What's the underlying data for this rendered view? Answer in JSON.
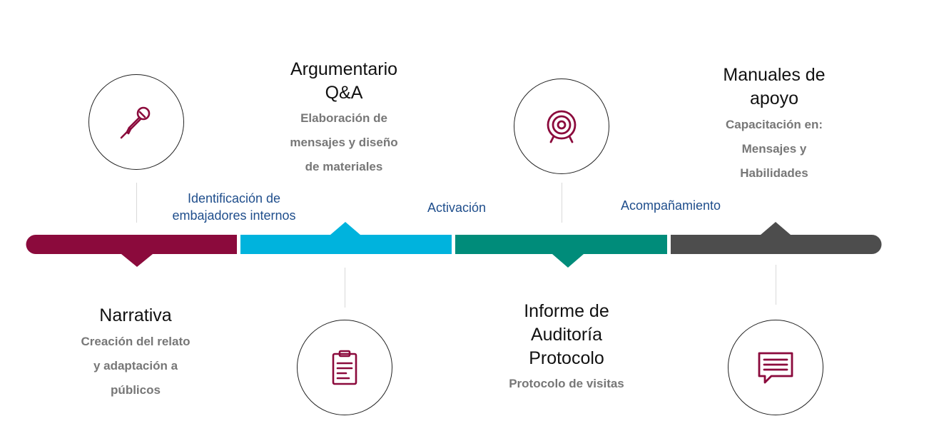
{
  "colors": {
    "seg1": "#8b0a3c",
    "seg2": "#00b3dd",
    "seg3": "#008c7a",
    "seg4": "#4d4d4d",
    "icon": "#8b0a3c",
    "phase_text": "#1f4e8c"
  },
  "phases": [
    {
      "label": "Identificación de\nembajadores internos"
    },
    {
      "label": "Activación"
    },
    {
      "label": "Acompañamiento"
    }
  ],
  "milestones": [
    {
      "icon": "microphone-icon",
      "title": "Narrativa",
      "desc": "Creación del relato\ny adaptación a\npúblicos"
    },
    {
      "icon": "clipboard-icon",
      "title": "Argumentario\nQ&A",
      "desc": "Elaboración de\nmensajes y diseño\nde materiales"
    },
    {
      "icon": "target-icon",
      "title": "Informe de\nAuditoría\nProtocolo",
      "desc": "Protocolo de visitas"
    },
    {
      "icon": "chat-message-icon",
      "title": "Manuales de\napoyo",
      "desc": "Capacitación en:\nMensajes y\nHabilidades"
    }
  ]
}
